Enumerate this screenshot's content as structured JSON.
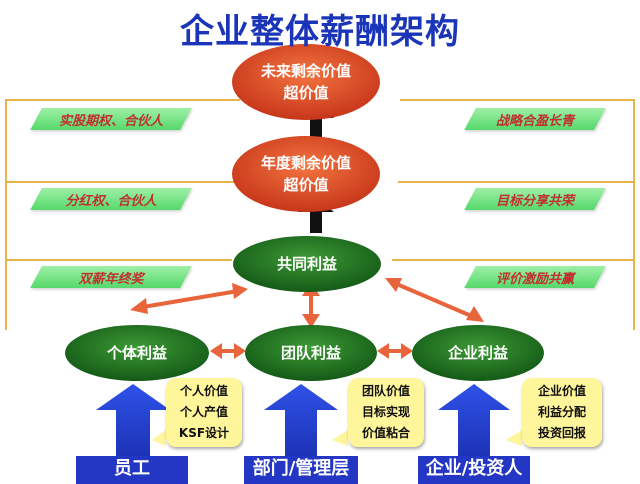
{
  "title": "企业整体薪酬架构",
  "nodes": {
    "future_value": [
      "未来剩余价值",
      "超价值"
    ],
    "annual_value": [
      "年度剩余价值",
      "超价值"
    ],
    "common_interest": "共同利益",
    "individual_interest": "个体利益",
    "team_interest": "团队利益",
    "enterprise_interest": "企业利益"
  },
  "left_tags": [
    "实股期权、合伙人",
    "分红权、合伙人",
    "双薪年终奖"
  ],
  "right_tags": [
    "战略合盈长青",
    "目标分享共荣",
    "评价激励共赢"
  ],
  "callouts": {
    "individual": [
      "个人价值",
      "个人产值",
      "KSF设计"
    ],
    "team": [
      "团队价值",
      "目标实现",
      "价值粘合"
    ],
    "enterprise": [
      "企业价值",
      "利益分配",
      "投资回报"
    ]
  },
  "bottom": [
    "员工",
    "部门/管理层",
    "企业/投资人"
  ],
  "colors": {
    "title": "#1a35b8",
    "red_oval": "#d8421f",
    "green_oval": "#1f7a24",
    "frame": "#e8b44a",
    "blue_arrow": "#1f3bd0",
    "orange_arrow": "#e8643a",
    "callout": "#fff59a"
  }
}
